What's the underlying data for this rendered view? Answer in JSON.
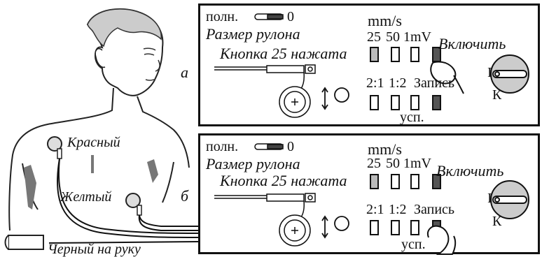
{
  "figure": {
    "labels": {
      "red": "Красный",
      "yellow": "Желтый",
      "black": "Черный на руку"
    },
    "panels": [
      {
        "letter": "а",
        "full": "полн.",
        "zero": "0",
        "roll_size": "Размер рулона",
        "button_pressed": "Кнопка 25 нажата",
        "mms": "mm/s",
        "v25": "25",
        "v50": "50",
        "v1mv": "1mV",
        "switch_on": "Включить",
        "r21": "2:1",
        "r12": "1:2",
        "record": "Запись",
        "usp": "усп.",
        "knob_i": "I",
        "knob_k": "К"
      },
      {
        "letter": "б",
        "full": "полн.",
        "zero": "0",
        "roll_size": "Размер рулона",
        "button_pressed": "Кнопка 25 нажата",
        "mms": "mm/s",
        "v25": "25",
        "v50": "50",
        "v1mv": "1mV",
        "switch_on": "Включить",
        "r21": "2:1",
        "r12": "1:2",
        "record": "Запись",
        "usp": "усп.",
        "knob_i": "I",
        "knob_k": "К"
      }
    ]
  }
}
